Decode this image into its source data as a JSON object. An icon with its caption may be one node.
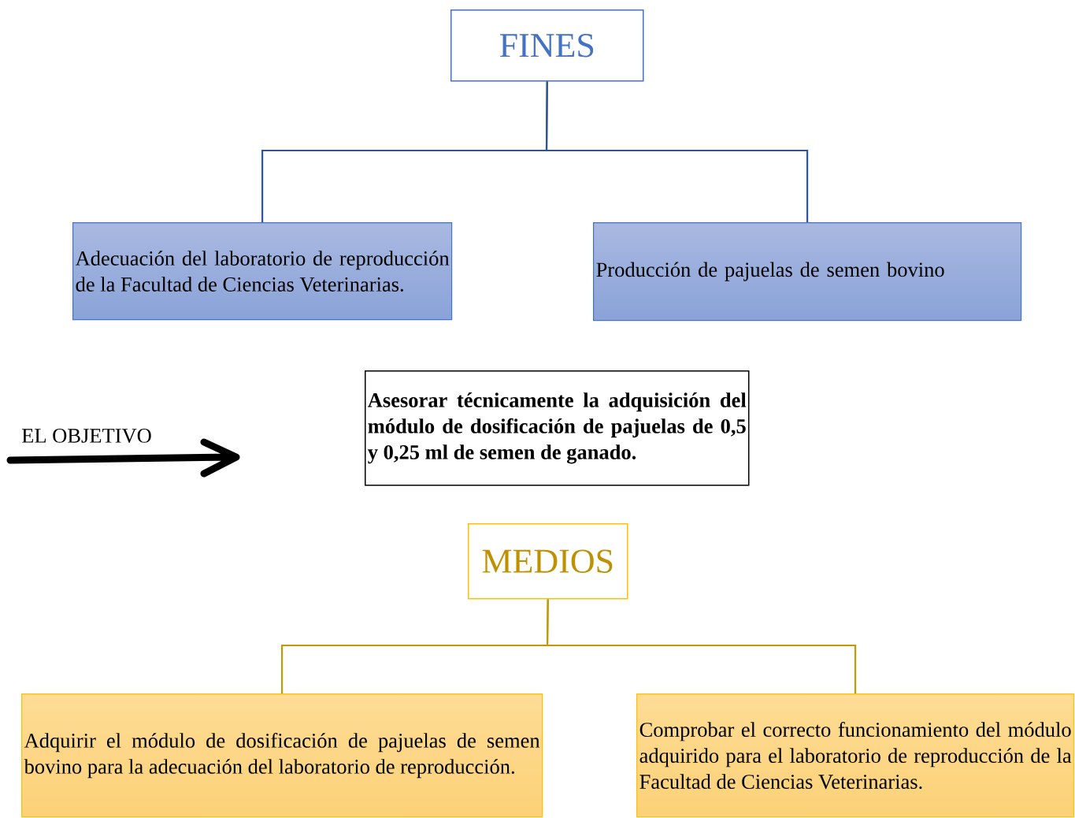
{
  "diagram": {
    "nodes": [
      {
        "text": [
          "FINES"
        ]
      },
      {
        "text": [
          "Adecuación del laboratorio de reproducción de la Facultad de Ciencias Veterinarias."
        ]
      },
      {
        "text": [
          "Producción de pajuelas de semen bovino"
        ]
      },
      {
        "text": [
          "Asesorar técnicamente la adquisición del módulo de dosificación de pajuelas de 0,5 y 0,25 ml de semen de ganado."
        ]
      },
      {
        "text": [
          "MEDIOS"
        ]
      },
      {
        "text": [
          "Adquirir el módulo de dosificación de pajuelas de semen bovino para la adecuación del laboratorio de reproducción."
        ]
      },
      {
        "text": [
          "Comprobar el correcto funcionamiento del módulo adquirido para el laboratorio de reproducción de la Facultad de Ciencias Veterinarias."
        ]
      }
    ],
    "edges": [
      {
        "from": 0,
        "to": 1,
        "arrow": "none",
        "color": "#2f5597"
      },
      {
        "from": 0,
        "to": 2,
        "arrow": "none",
        "color": "#2f5597"
      },
      {
        "from": 4,
        "to": 5,
        "arrow": "none",
        "color": "#c49a00"
      },
      {
        "from": 4,
        "to": 6,
        "arrow": "none",
        "color": "#c49a00"
      }
    ],
    "labels": [
      "EL OBJETIVO"
    ]
  }
}
